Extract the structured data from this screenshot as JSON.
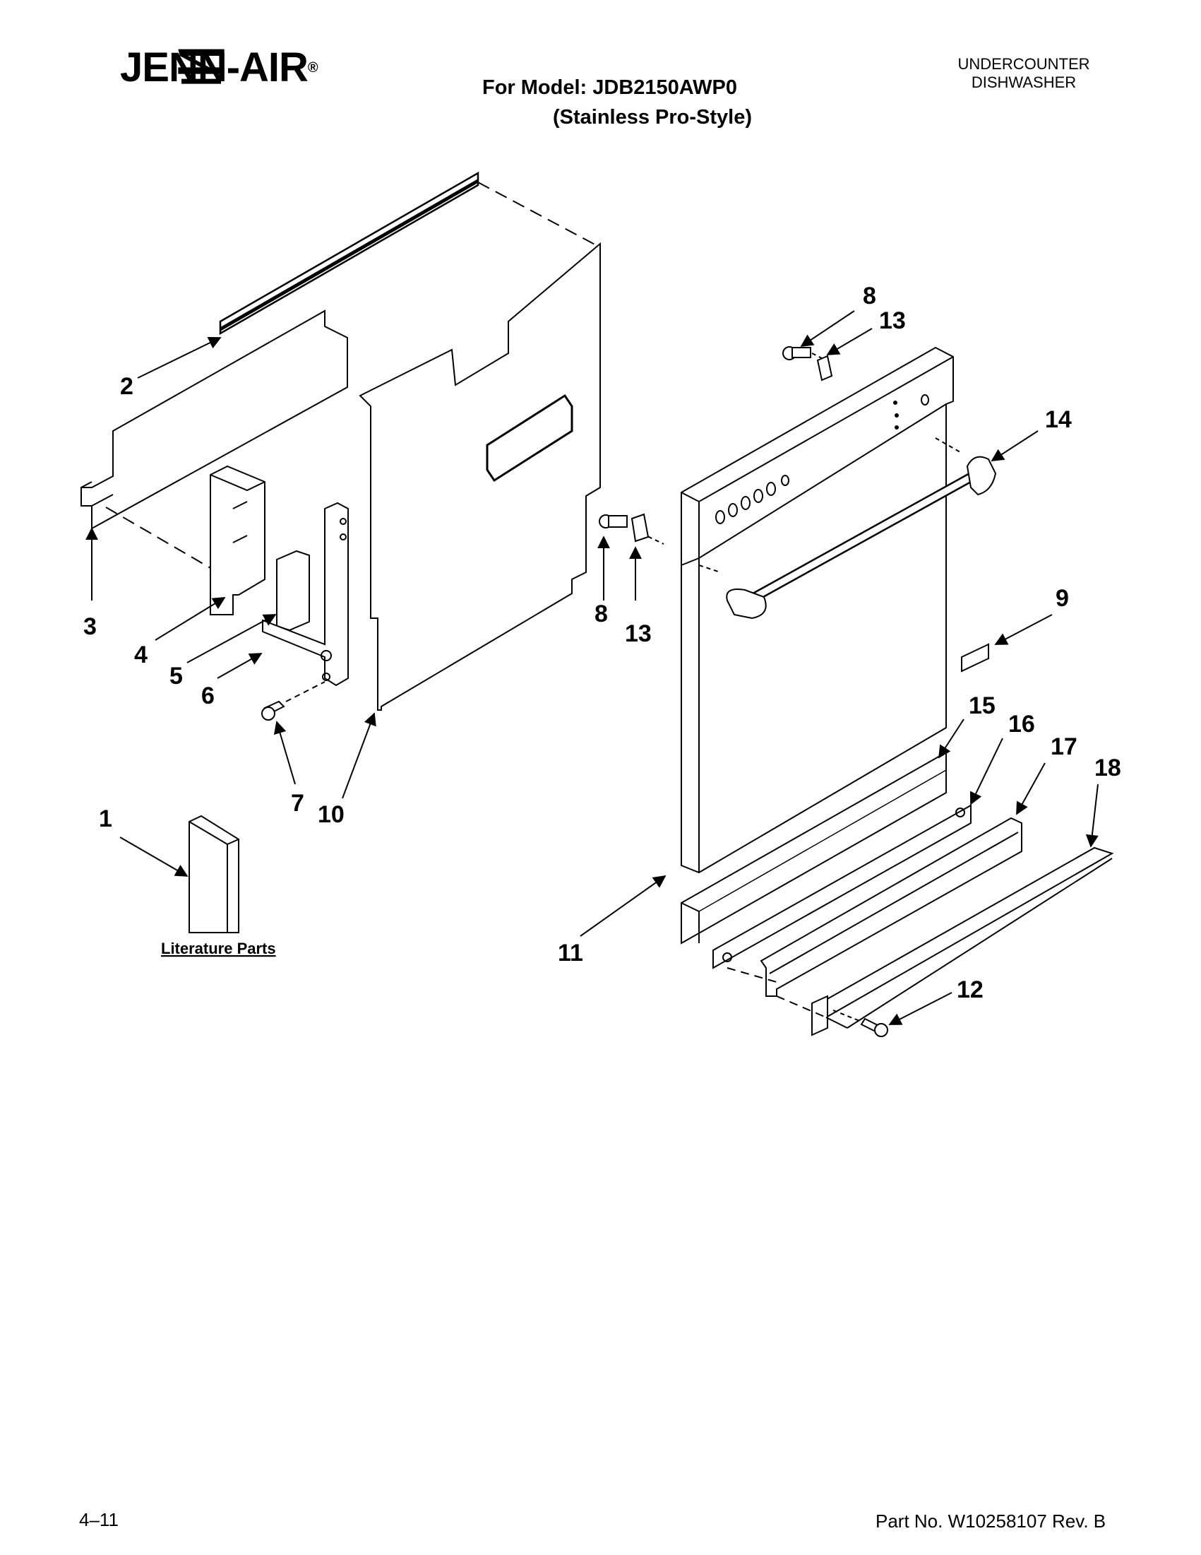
{
  "header": {
    "brand": "JENN-AIR",
    "brand_mark": "®",
    "model_line": "For Model: JDB2150AWP0",
    "style_line": "(Stainless Pro-Style)",
    "category_line1": "UNDERCOUNTER",
    "category_line2": "DISHWASHER"
  },
  "diagram": {
    "callouts": [
      "1",
      "2",
      "3",
      "4",
      "5",
      "6",
      "7",
      "8",
      "9",
      "10",
      "11",
      "12",
      "13",
      "13",
      "14",
      "15",
      "16",
      "17",
      "18",
      "8"
    ],
    "literature_label": "Literature Parts"
  },
  "footer": {
    "page": "4–11",
    "part_no": "Part No. W10258107 Rev. B"
  }
}
